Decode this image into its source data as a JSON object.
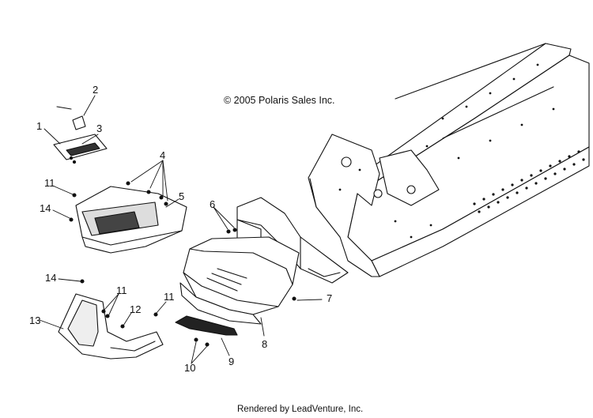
{
  "copyright": "© 2005 Polaris Sales Inc.",
  "footer": "Rendered by LeadVenture, Inc.",
  "callouts": [
    "1",
    "2",
    "3",
    "4",
    "5",
    "6",
    "7",
    "8",
    "9",
    "10",
    "11",
    "11",
    "11",
    "12",
    "13",
    "14",
    "14"
  ]
}
